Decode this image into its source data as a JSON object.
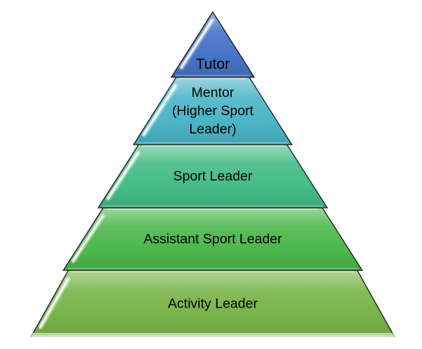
{
  "diagram": {
    "type": "pyramid",
    "background_color": "#ffffff",
    "outline_color": "#1a1a1a",
    "text_color": "#000000",
    "levels": [
      {
        "id": "tutor",
        "label": "Tutor",
        "lines": [
          "Tutor"
        ],
        "fill": "#4573C6"
      },
      {
        "id": "mentor-higher-sport-leader",
        "label": "Mentor (Higher Sport Leader)",
        "lines": [
          "Mentor",
          "(Higher Sport",
          "Leader)"
        ],
        "fill": "#4BB4C6"
      },
      {
        "id": "sport-leader",
        "label": "Sport Leader",
        "lines": [
          "Sport Leader"
        ],
        "fill": "#44BB85"
      },
      {
        "id": "assistant-sport-leader",
        "label": "Assistant Sport Leader",
        "lines": [
          "Assistant Sport Leader"
        ],
        "fill": "#4CB74B"
      },
      {
        "id": "activity-leader",
        "label": "Activity Leader",
        "lines": [
          "Activity Leader"
        ],
        "fill": "#78B44A"
      }
    ]
  }
}
